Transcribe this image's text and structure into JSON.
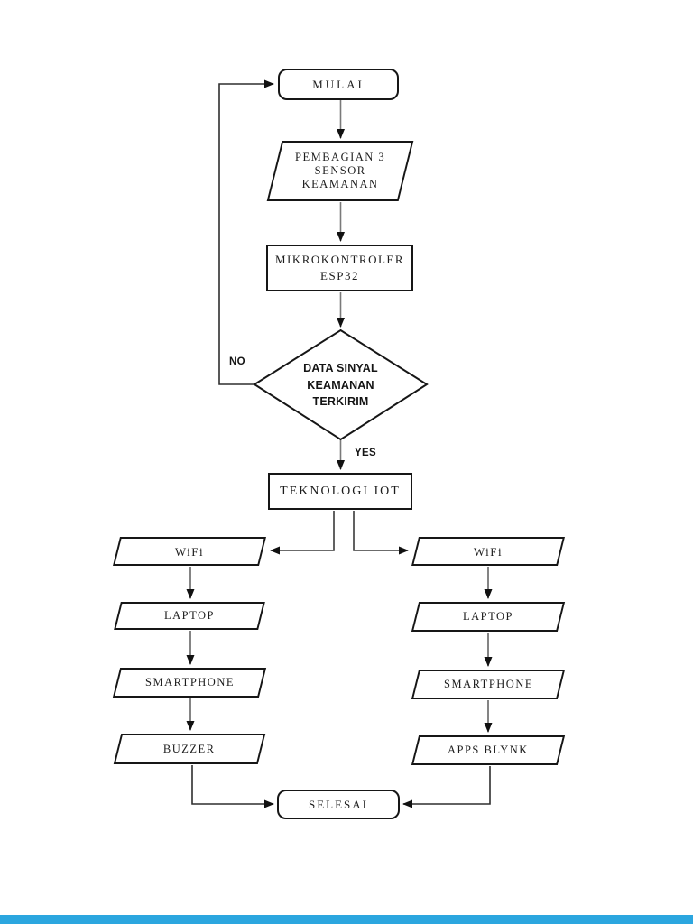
{
  "page": {
    "background": "#ffffff",
    "footer_bar_color": "#2ba6df"
  },
  "diagram": {
    "type": "flowchart",
    "nodes": {
      "mulai": {
        "type": "terminator",
        "label": "MULAI"
      },
      "pembagian": {
        "type": "parallelogram",
        "line1": "PEMBAGIAN 3",
        "line2": "SENSOR",
        "line3": "KEAMANAN"
      },
      "mikrokontroler": {
        "type": "process",
        "line1": "MIKROKONTROLER",
        "line2": "ESP32"
      },
      "decision": {
        "type": "decision",
        "line1": "DATA SINYAL",
        "line2": "KEAMANAN",
        "line3": "TERKIRIM"
      },
      "teknologi_iot": {
        "type": "process",
        "label": "TEKNOLOGI IOT"
      },
      "wifi_left": {
        "type": "parallelogram",
        "label": "WiFi"
      },
      "laptop_left": {
        "type": "parallelogram",
        "label": "LAPTOP"
      },
      "smartphone_left": {
        "type": "parallelogram",
        "label": "SMARTPHONE"
      },
      "buzzer": {
        "type": "parallelogram",
        "label": "BUZZER"
      },
      "wifi_right": {
        "type": "parallelogram",
        "label": "WiFi"
      },
      "laptop_right": {
        "type": "parallelogram",
        "label": "LAPTOP"
      },
      "smartphone_right": {
        "type": "parallelogram",
        "label": "SMARTPHONE"
      },
      "apps_blynk": {
        "type": "parallelogram",
        "label": "APPS BLYNK"
      },
      "selesai": {
        "type": "terminator",
        "label": "SELESAI"
      }
    },
    "edge_labels": {
      "no": "NO",
      "yes": "YES"
    },
    "line_colors": {
      "connector": "#6e6e6e",
      "loop": "#2f2f2f",
      "arrowhead": "#111111",
      "shape_border": "#161616"
    }
  }
}
